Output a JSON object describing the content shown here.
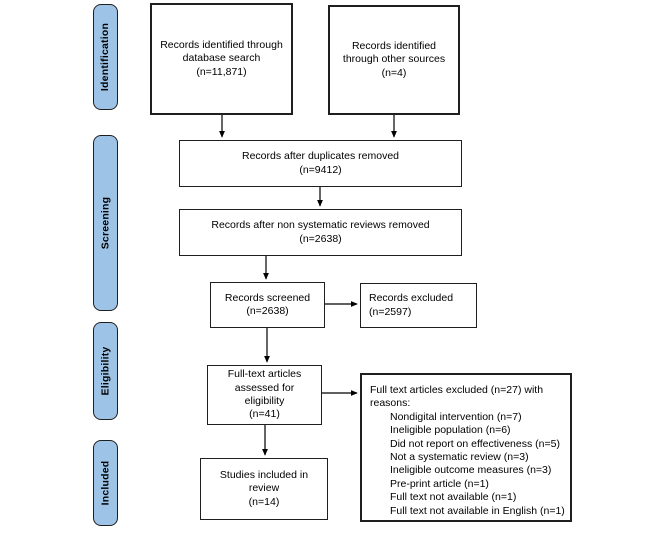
{
  "stages": [
    {
      "label": "Identification"
    },
    {
      "label": "Screening"
    },
    {
      "label": "Eligibility"
    },
    {
      "label": "Included"
    }
  ],
  "boxes": {
    "records_db": {
      "text": "Records identified through database search",
      "n": "(n=11,871)"
    },
    "records_other": {
      "text": "Records identified through other sources",
      "n": "(n=4)"
    },
    "duplicates": {
      "text": "Records after duplicates removed",
      "n": "(n=9412)"
    },
    "nonsystematic": {
      "text": "Records after non systematic reviews removed",
      "n": "(n=2638)"
    },
    "screened": {
      "text": "Records screened",
      "n": "(n=2638)"
    },
    "excluded": {
      "text": "Records excluded",
      "n": "(n=2597)"
    },
    "fulltext": {
      "text": "Full-text articles assessed for eligibility",
      "n": "(n=41)"
    },
    "studies_included": {
      "text": "Studies included in review",
      "n": "(n=14)"
    }
  },
  "exclusion_box": {
    "header": "Full text articles excluded (n=27) with reasons:",
    "items": [
      "Nondigital intervention (n=7)",
      "Ineligible population (n=6)",
      "Did not report on effectiveness (n=5)",
      "Not a systematic review (n=3)",
      "Ineligible outcome measures (n=3)",
      "Pre-print article (n=1)",
      "Full text not available (n=1)",
      "Full text not available in English (n=1)"
    ]
  },
  "colors": {
    "stage_fill": "#9dc3e6",
    "stage_border": "#1f1f1f",
    "box_border": "#1f1f1f",
    "background": "#ffffff"
  }
}
